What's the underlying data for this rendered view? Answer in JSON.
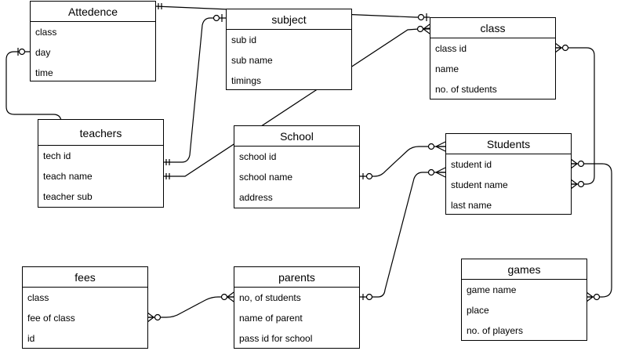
{
  "entities": {
    "attedence": {
      "title": "Attedence",
      "attributes": [
        "class",
        "day",
        "time"
      ]
    },
    "subject": {
      "title": "subject",
      "attributes": [
        "sub id",
        "sub name",
        "timings"
      ]
    },
    "class": {
      "title": "class",
      "attributes": [
        "class id",
        "name",
        "no. of students"
      ]
    },
    "teachers": {
      "title": "teachers",
      "attributes": [
        "tech id",
        "teach name",
        "teacher sub"
      ]
    },
    "school": {
      "title": "School",
      "attributes": [
        "school id",
        "school name",
        "address"
      ]
    },
    "students": {
      "title": "Students",
      "attributes": [
        "student id",
        "student name",
        "last name"
      ]
    },
    "games": {
      "title": "games",
      "attributes": [
        "game name",
        "place",
        "no. of players"
      ]
    },
    "fees": {
      "title": "fees",
      "attributes": [
        "class",
        "fee of class",
        "id"
      ]
    },
    "parents": {
      "title": "parents",
      "attributes": [
        "no, of students",
        "name of parent",
        "pass id for school"
      ]
    }
  }
}
